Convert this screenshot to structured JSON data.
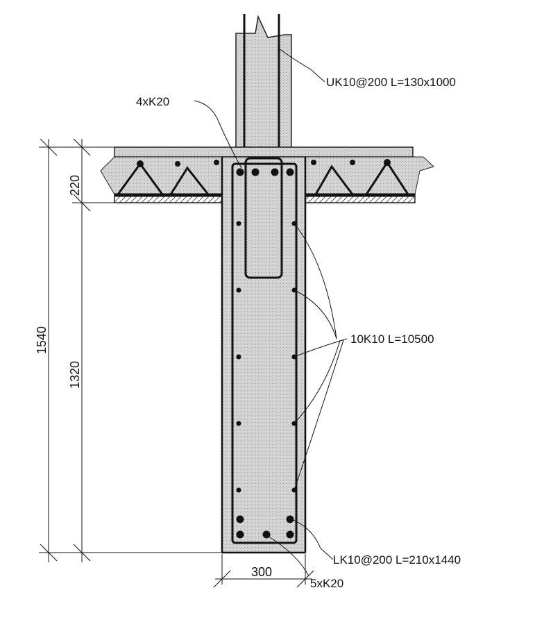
{
  "labels": {
    "column_stirrup": "UK10@200 L=130x1000",
    "top_bars": "4xK20",
    "side_bars": "10K10 L=10500",
    "beam_stirrup": "LK10@200 L=210x1440",
    "bottom_bars": "5xK20"
  },
  "dimensions": {
    "total_height": "1540",
    "web_height": "1320",
    "slab_thickness": "220",
    "beam_width": "300"
  }
}
